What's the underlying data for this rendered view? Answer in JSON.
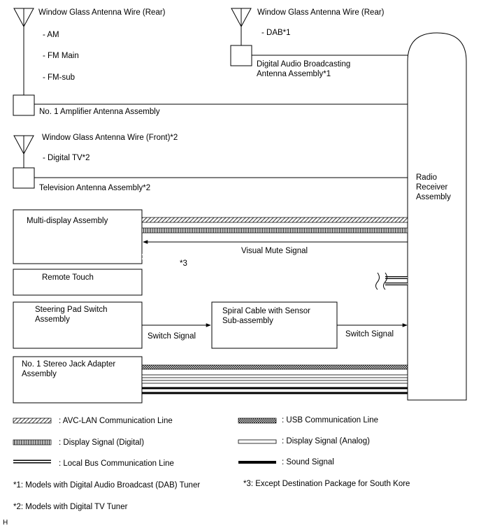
{
  "diagram": {
    "antennas": {
      "rear_main": {
        "title": "Window Glass Antenna Wire (Rear)",
        "bands": [
          "- AM",
          "- FM Main",
          "- FM-sub"
        ],
        "assembly": "No. 1 Amplifier Antenna Assembly"
      },
      "rear_dab": {
        "title": "Window Glass Antenna Wire (Rear)",
        "band": "- DAB*1",
        "assembly_line1": "Digital Audio Broadcasting",
        "assembly_line2": "Antenna Assembly*1"
      },
      "front": {
        "title": "Window Glass Antenna Wire (Front)*2",
        "band": "- Digital TV*2",
        "assembly": "Television Antenna Assembly*2"
      }
    },
    "receiver": {
      "line1": "Radio",
      "line2": "Receiver",
      "line3": "Assembly"
    },
    "components": {
      "multi_display": "Multi-display Assembly",
      "remote_touch": "Remote Touch",
      "steering_pad_line1": "Steering Pad Switch",
      "steering_pad_line2": "Assembly",
      "spiral_cable_line1": "Spiral Cable with Sensor",
      "spiral_cable_line2": "Sub-assembly",
      "stereo_jack_line1": "No. 1 Stereo Jack Adapter",
      "stereo_jack_line2": "Assembly"
    },
    "signals": {
      "visual_mute": "Visual Mute Signal",
      "switch_signal_1": "Switch Signal",
      "switch_signal_2": "Switch Signal",
      "note3": "*3"
    },
    "legend": {
      "avc_lan": ": AVC-LAN Communication Line",
      "usb": ": USB Communication Line",
      "display_digital": ": Display Signal (Digital)",
      "display_analog": ": Display Signal (Analog)",
      "local_bus": ": Local Bus Communication Line",
      "sound": ": Sound Signal"
    },
    "footnotes": {
      "note1": "*1: Models with Digital Audio Broadcast (DAB) Tuner",
      "note2": "*2: Models with Digital TV Tuner",
      "note3": "*3: Except Destination Package for South Kore"
    },
    "corner_mark": "H"
  }
}
